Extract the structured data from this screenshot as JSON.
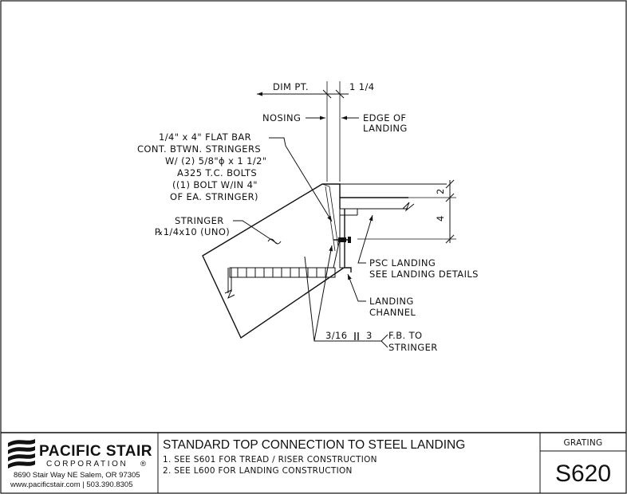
{
  "drawing": {
    "labels": {
      "dim_pt": "DIM PT.",
      "dim_1_1_4": "1 1/4",
      "nosing": "NOSING",
      "edge_of_landing_1": "EDGE OF",
      "edge_of_landing_2": "LANDING",
      "flat_bar_1": "1/4\" x 4\" FLAT BAR",
      "flat_bar_2": "CONT. BTWN. STRINGERS",
      "flat_bar_3": "W/ (2) 5/8\"ɸ x 1 1/2\"",
      "flat_bar_4": "A325 T.C. BOLTS",
      "flat_bar_5": "((1) BOLT W/IN 4\"",
      "flat_bar_6": "OF EA. STRINGER)",
      "stringer_1": "STRINGER",
      "stringer_2": "℞1/4x10 (UNO)",
      "psc_landing_1": "PSC LANDING",
      "psc_landing_2": "SEE LANDING DETAILS",
      "landing_channel_1": "LANDING",
      "landing_channel_2": "CHANNEL",
      "dim_2": "2",
      "dim_4": "4",
      "weld_size": "3/16",
      "weld_length": "3",
      "fb_to_1": "F.B. TO",
      "fb_to_2": "STRINGER"
    }
  },
  "title_block": {
    "company_name": "PACIFIC STAIR",
    "company_sub": "CORPORATION",
    "registered": "®",
    "address": "8690 Stair Way NE Salem, OR 97305",
    "contact": "www.pacificstair.com  |  503.390.8305",
    "title": "STANDARD TOP CONNECTION TO STEEL LANDING",
    "note_1": "1. SEE S601 FOR TREAD / RISER CONSTRUCTION",
    "note_2": "2. SEE L600 FOR LANDING CONSTRUCTION",
    "category": "GRATING",
    "sheet_number": "S620"
  }
}
